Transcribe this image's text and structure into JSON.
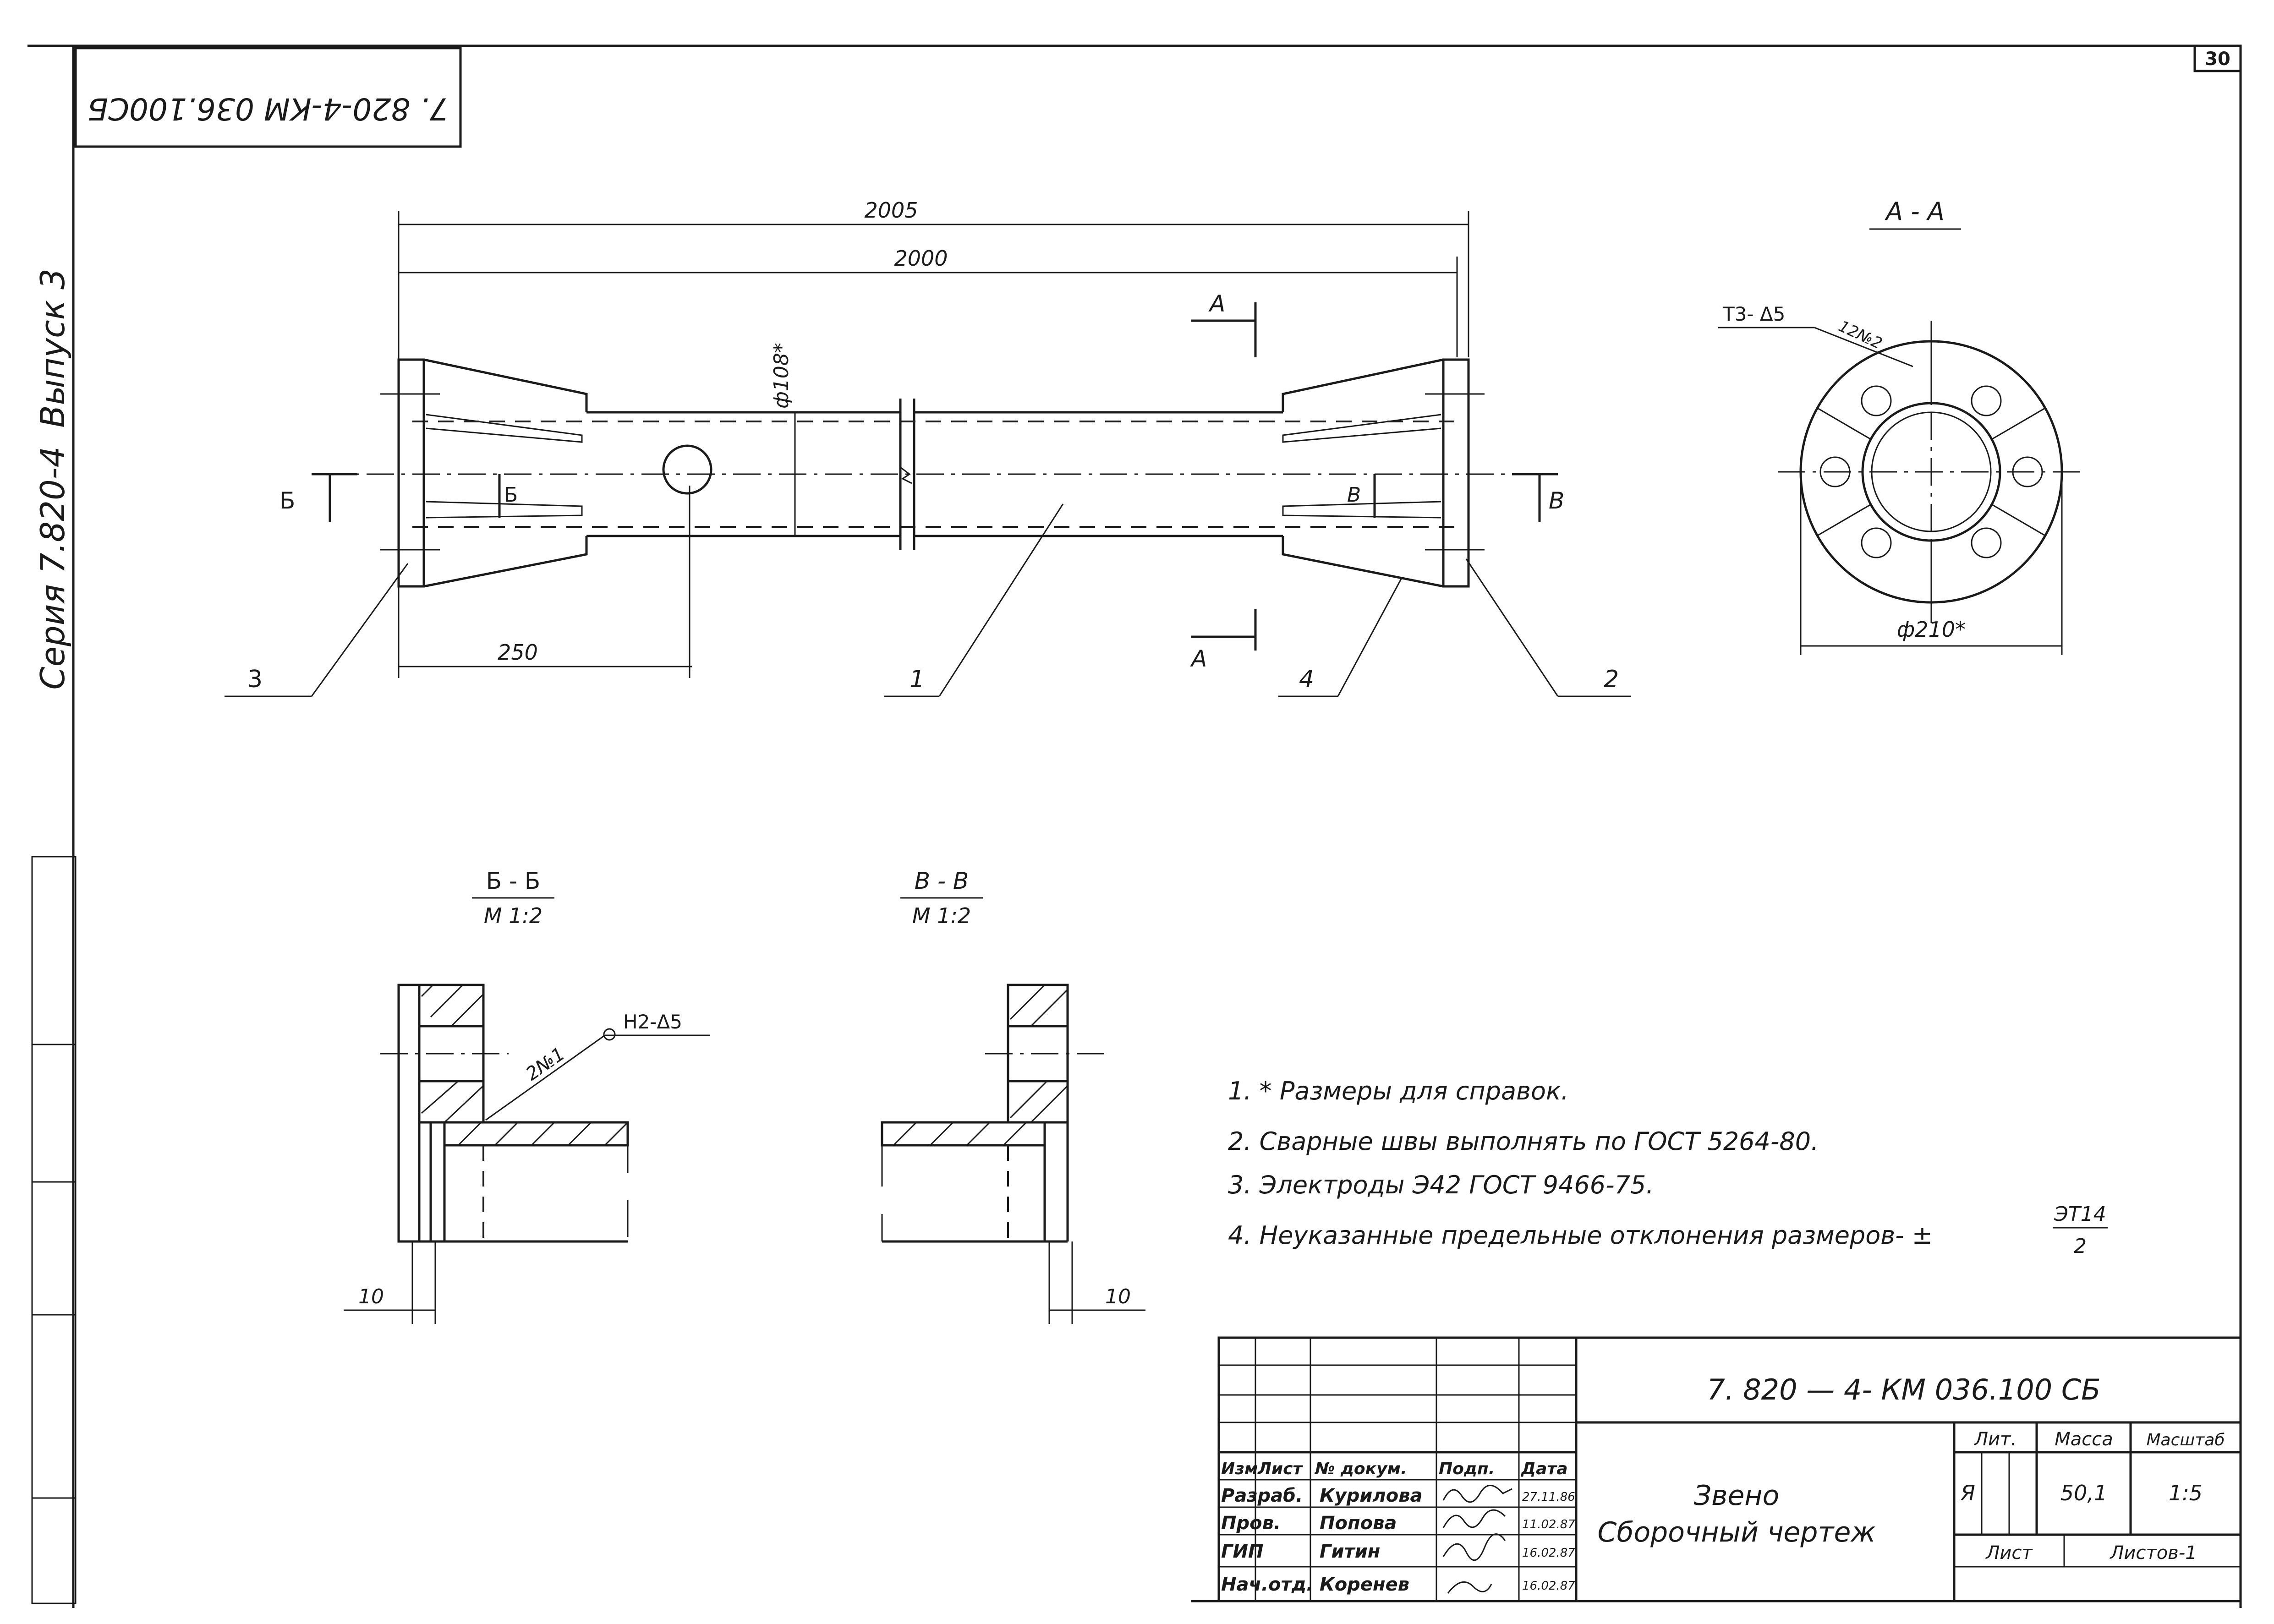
{
  "sheet_number": "30",
  "stamp_top": "7. 820-4-КМ 036.100СБ",
  "side_series": "Серия 7.820-4",
  "side_issue": "Выпуск 3",
  "dimensions": {
    "overall": "2005",
    "length": "2000",
    "diameter_pipe": "ф108*",
    "end_length": "250",
    "diameter_flange": "ф210*",
    "offset_left": "10",
    "offset_right": "10"
  },
  "callouts": [
    "1",
    "2",
    "3",
    "4"
  ],
  "section_marks": {
    "a": "А",
    "b": "Б",
    "v": "В"
  },
  "section_titles": {
    "a_a": "А - А",
    "b_b": "Б - Б",
    "v_v": "В - В",
    "scale": "М 1:2"
  },
  "weld_labels": {
    "flange_weld": "Т3- Δ5",
    "flange_weld_no": "12№2",
    "pipe_weld": "Н2-Δ5",
    "pipe_weld_no": "2№1"
  },
  "notes": [
    "1. * Размеры для справок.",
    "2. Сварные швы выполнять по ГОСТ 5264-80.",
    "3. Электроды Э42 ГОСТ 9466-75.",
    "4. Неуказанные предельные отклонения размеров- ±"
  ],
  "note_fraction": {
    "num": "ЭТ14",
    "den": "2"
  },
  "title_block": {
    "designation": "7. 820 — 4- КМ 036.100 СБ",
    "name_line1": "Звено",
    "name_line2": "Сборочный чертеж",
    "headers": [
      "Изм",
      "Лист",
      "№ докум.",
      "Подп.",
      "Дата"
    ],
    "rows": [
      {
        "role": "Разраб.",
        "name": "Курилова",
        "date": "27.11.86"
      },
      {
        "role": "Пров.",
        "name": "Попова",
        "date": "11.02.87"
      },
      {
        "role": "ГИП",
        "name": "Гитин",
        "date": "16.02.87"
      },
      {
        "role": "Нач.отд.",
        "name": "Коренев",
        "date": "16.02.87"
      }
    ],
    "lit_label": "Лит.",
    "mass_label": "Масса",
    "scale_label": "Масштаб",
    "lit_value": "Я",
    "mass_value": "50,1",
    "scale_value": "1:5",
    "sheet_label": "Лист",
    "sheets_label": "Листов-1"
  }
}
